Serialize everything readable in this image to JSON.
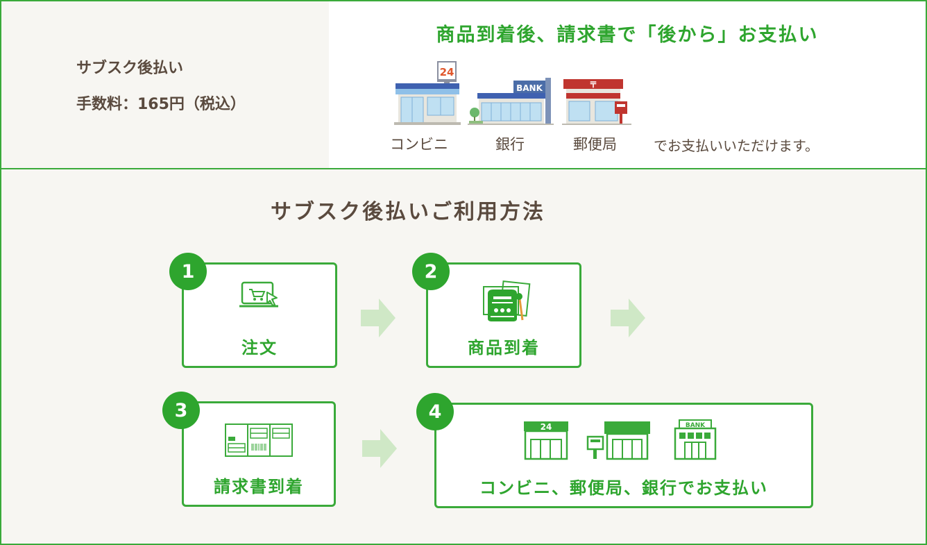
{
  "plan": {
    "name": "サブスク後払い",
    "fee": "手数料：165円（税込）"
  },
  "payment": {
    "headline": "商品到着後、請求書で「後から」お支払い",
    "stores": [
      {
        "label": "コンビニ",
        "icon": "convenience-store-icon",
        "sign": "24"
      },
      {
        "label": "銀行",
        "icon": "bank-icon",
        "sign": "BANK"
      },
      {
        "label": "郵便局",
        "icon": "post-office-icon",
        "sign": "〒"
      }
    ],
    "suffix": "でお支払いいただけます。"
  },
  "usage": {
    "title": "サブスク後払いご利用方法",
    "steps": [
      {
        "number": "1",
        "label": "注文",
        "icon": "laptop-cart-icon"
      },
      {
        "number": "2",
        "label": "商品到着",
        "icon": "product-package-icon"
      },
      {
        "number": "3",
        "label": "請求書到着",
        "icon": "invoice-icon"
      },
      {
        "number": "4",
        "label": "コンビニ、郵便局、銀行でお支払い",
        "icon": "payment-places-icon",
        "signs": [
          "24",
          "BANK"
        ]
      }
    ]
  },
  "colors": {
    "accent": "#2ea52e",
    "border": "#3aaa3a",
    "text": "#5a4a3e",
    "background": "#f7f6f2",
    "arrow": "#cfe8c6"
  }
}
